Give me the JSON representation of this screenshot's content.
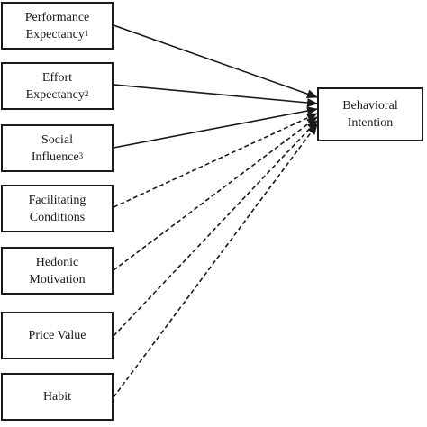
{
  "diagram": {
    "predictors": [
      {
        "line1": "Performance",
        "line2": "Expectancy",
        "sup": "1",
        "connector": "solid"
      },
      {
        "line1": "Effort",
        "line2": "Expectancy",
        "sup": "2",
        "connector": "solid"
      },
      {
        "line1": "Social",
        "line2": "Influence",
        "sup": "3",
        "connector": "solid"
      },
      {
        "line1": "Facilitating",
        "line2": "Conditions",
        "sup": "",
        "connector": "dashed"
      },
      {
        "line1": "Hedonic",
        "line2": "Motivation",
        "sup": "",
        "connector": "dashed"
      },
      {
        "line1": "Price Value",
        "line2": "",
        "sup": "",
        "connector": "dashed"
      },
      {
        "line1": "Habit",
        "line2": "",
        "sup": "",
        "connector": "dashed"
      }
    ],
    "outcome": {
      "line1": "Behavioral",
      "line2": "Intention"
    }
  }
}
